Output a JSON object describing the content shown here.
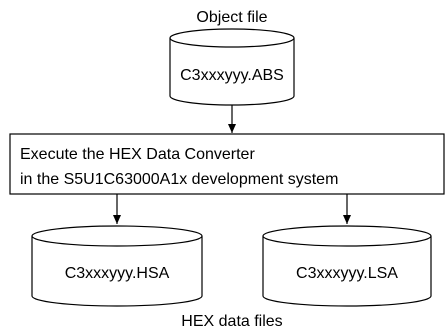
{
  "object_file": {
    "caption": "Object file",
    "filename": "C3xxxyyy.ABS"
  },
  "converter": {
    "line1": "Execute the HEX Data Converter",
    "line2": "in the S5U1C63000A1x development system"
  },
  "hex_files": {
    "caption": "HEX data files",
    "high_filename": "C3xxxyyy.HSA",
    "low_filename": "C3xxxyyy.LSA"
  },
  "colors": {
    "stroke": "#000000",
    "fill": "#ffffff",
    "text": "#000000"
  }
}
